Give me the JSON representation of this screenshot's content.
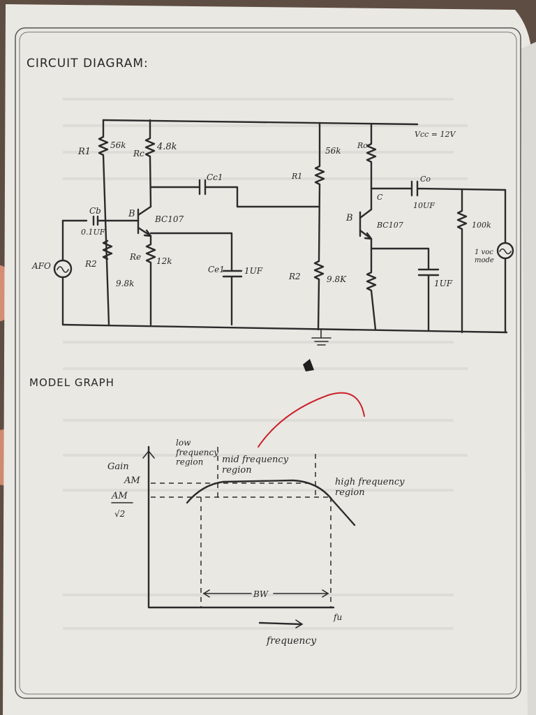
{
  "headings": {
    "circuit": "CIRCUIT DIAGRAM:",
    "graph": "MODEL GRAPH"
  },
  "circuit": {
    "labels": {
      "r1": "R1",
      "r1_value": "56k",
      "rc1": "Rc",
      "rc1_value": "4.8k",
      "cc1": "Cc1",
      "r2": "R2",
      "r2_value": "9.8k",
      "re1": "Re",
      "re1_value": "12k",
      "ce1": "Ce1",
      "ce1_value": "1UF",
      "cb": "Cb",
      "cb_value": "0.1UF",
      "b1": "B",
      "q1": "BC107",
      "afo": "AFO",
      "r1b": "R1",
      "r1b_value": "56k",
      "r2b": "R2",
      "r2b_value": "9.8K",
      "rc2": "Rc",
      "vcc": "Vcc = 12V",
      "co": "Co",
      "co_value": "10UF",
      "c2": "C",
      "b2": "B",
      "q2": "BC107",
      "ce2_value": "1UF",
      "rl_value": "100k",
      "meter": "1 voc\nmode"
    }
  },
  "graph": {
    "y_label": "Gain",
    "am": "AM",
    "am_half_num": "AM",
    "am_half_den": "√2",
    "low_region": "low\nfrequency\nregion",
    "mid_region": "mid frequency\nregion",
    "high_region": "high frequency\nregion",
    "bw": "BW",
    "fu": "fu",
    "x_label": "frequency"
  },
  "colors": {
    "paper": "#e9e8e3",
    "ink": "#2b2b2b",
    "red_mark": "#cc1f2a"
  }
}
